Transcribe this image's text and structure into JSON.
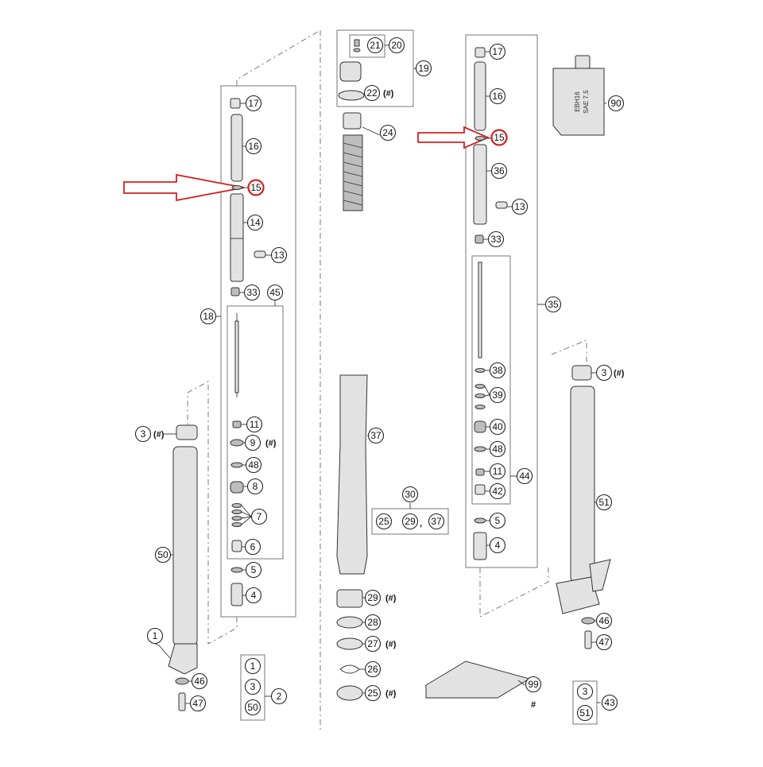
{
  "diagram": {
    "callouts": [
      {
        "id": "c17-left",
        "label": "17",
        "highlight": false
      },
      {
        "id": "c16-left",
        "label": "16",
        "highlight": false
      },
      {
        "id": "c15-left",
        "label": "15",
        "highlight": true
      },
      {
        "id": "c14",
        "label": "14",
        "highlight": false
      },
      {
        "id": "c13-left",
        "label": "13",
        "highlight": false
      },
      {
        "id": "c33-left",
        "label": "33",
        "highlight": false
      },
      {
        "id": "c45",
        "label": "45",
        "highlight": false
      },
      {
        "id": "c18",
        "label": "18",
        "highlight": false
      },
      {
        "id": "c11-left",
        "label": "11",
        "highlight": false
      },
      {
        "id": "c9",
        "label": "9",
        "highlight": false
      },
      {
        "id": "c48-left",
        "label": "48",
        "highlight": false
      },
      {
        "id": "c8",
        "label": "8",
        "highlight": false
      },
      {
        "id": "c7",
        "label": "7",
        "highlight": false
      },
      {
        "id": "c6",
        "label": "6",
        "highlight": false
      },
      {
        "id": "c5-left",
        "label": "5",
        "highlight": false
      },
      {
        "id": "c4-left",
        "label": "4",
        "highlight": false
      },
      {
        "id": "c3-left",
        "label": "3",
        "highlight": false
      },
      {
        "id": "c50",
        "label": "50",
        "highlight": false
      },
      {
        "id": "c1",
        "label": "1",
        "highlight": false
      },
      {
        "id": "c46-left",
        "label": "46",
        "highlight": false
      },
      {
        "id": "c47-left",
        "label": "47",
        "highlight": false
      },
      {
        "id": "c2-1",
        "label": "1",
        "highlight": false
      },
      {
        "id": "c2-3",
        "label": "3",
        "highlight": false
      },
      {
        "id": "c2-50",
        "label": "50",
        "highlight": false
      },
      {
        "id": "c2",
        "label": "2",
        "highlight": false
      },
      {
        "id": "c21",
        "label": "21",
        "highlight": false
      },
      {
        "id": "c20",
        "label": "20",
        "highlight": false
      },
      {
        "id": "c19",
        "label": "19",
        "highlight": false
      },
      {
        "id": "c22",
        "label": "22",
        "highlight": false
      },
      {
        "id": "c24",
        "label": "24",
        "highlight": false
      },
      {
        "id": "c37",
        "label": "37",
        "highlight": false
      },
      {
        "id": "c30",
        "label": "30",
        "highlight": false
      },
      {
        "id": "c30-25",
        "label": "25",
        "highlight": false
      },
      {
        "id": "c30-29",
        "label": "29",
        "highlight": false
      },
      {
        "id": "c30-37",
        "label": "37",
        "highlight": false
      },
      {
        "id": "c29",
        "label": "29",
        "highlight": false
      },
      {
        "id": "c28",
        "label": "28",
        "highlight": false
      },
      {
        "id": "c27",
        "label": "27",
        "highlight": false
      },
      {
        "id": "c26",
        "label": "26",
        "highlight": false
      },
      {
        "id": "c25",
        "label": "25",
        "highlight": false
      },
      {
        "id": "c17-right",
        "label": "17",
        "highlight": false
      },
      {
        "id": "c16-right",
        "label": "16",
        "highlight": false
      },
      {
        "id": "c15-right",
        "label": "15",
        "highlight": true
      },
      {
        "id": "c36",
        "label": "36",
        "highlight": false
      },
      {
        "id": "c13-right",
        "label": "13",
        "highlight": false
      },
      {
        "id": "c33-right",
        "label": "33",
        "highlight": false
      },
      {
        "id": "c35",
        "label": "35",
        "highlight": false
      },
      {
        "id": "c38",
        "label": "38",
        "highlight": false
      },
      {
        "id": "c39",
        "label": "39",
        "highlight": false
      },
      {
        "id": "c40",
        "label": "40",
        "highlight": false
      },
      {
        "id": "c48-right",
        "label": "48",
        "highlight": false
      },
      {
        "id": "c11-right",
        "label": "11",
        "highlight": false
      },
      {
        "id": "c42",
        "label": "42",
        "highlight": false
      },
      {
        "id": "c44",
        "label": "44",
        "highlight": false
      },
      {
        "id": "c5-right",
        "label": "5",
        "highlight": false
      },
      {
        "id": "c4-right",
        "label": "4",
        "highlight": false
      },
      {
        "id": "c3-right",
        "label": "3",
        "highlight": false
      },
      {
        "id": "c51",
        "label": "51",
        "highlight": false
      },
      {
        "id": "c46-right",
        "label": "46",
        "highlight": false
      },
      {
        "id": "c47-right",
        "label": "47",
        "highlight": false
      },
      {
        "id": "c43-3",
        "label": "3",
        "highlight": false
      },
      {
        "id": "c43-51",
        "label": "51",
        "highlight": false
      },
      {
        "id": "c43",
        "label": "43",
        "highlight": false
      },
      {
        "id": "c90",
        "label": "90",
        "highlight": false
      },
      {
        "id": "c99",
        "label": "99",
        "highlight": false
      }
    ],
    "tags": {
      "hash_paren": "(#)",
      "hash": "#",
      "comma": ","
    },
    "oil_can": {
      "line1": "EBH16",
      "line2": "SAE 7.5"
    },
    "colors": {
      "highlight": "#d62020",
      "line": "#333333",
      "frame": "#777777"
    }
  }
}
